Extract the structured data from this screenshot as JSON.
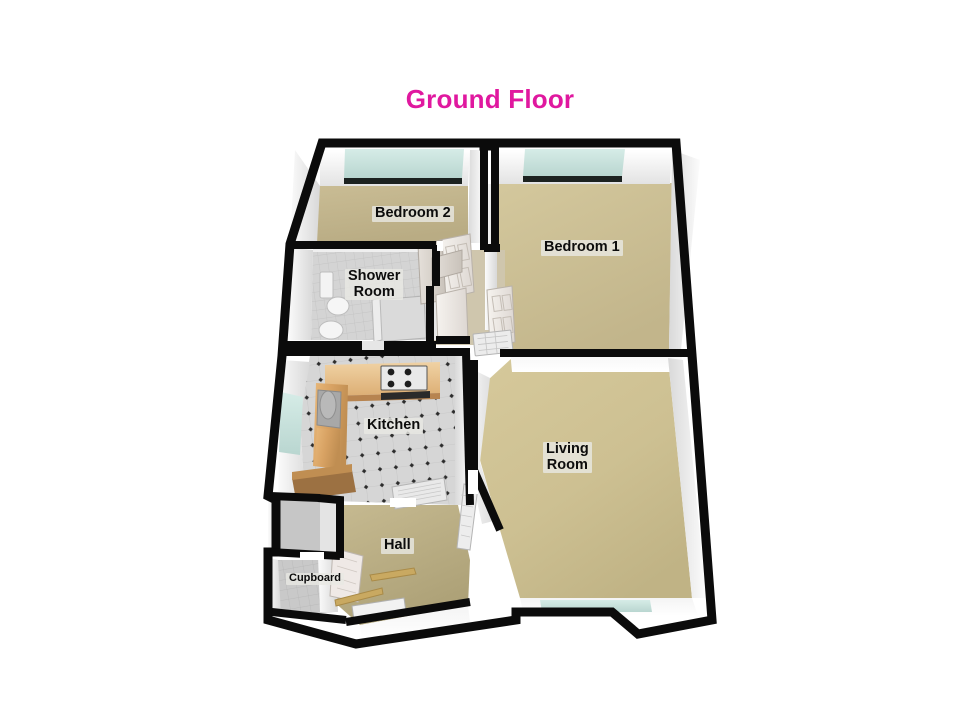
{
  "title": "Ground Floor",
  "title_color": "#e0189f",
  "background_color": "#ffffff",
  "plan": {
    "type": "3d-isometric-floorplan",
    "wall_outline_color": "#0b0b0b",
    "wall_face_color": "#ffffff",
    "window_color": "#cfe4e0",
    "rooms": [
      {
        "id": "bedroom2",
        "label": "Bedroom 2",
        "floor_color": "#c3b68f",
        "floor_type": "carpet",
        "has_window": true,
        "window_wall": "top"
      },
      {
        "id": "bedroom1",
        "label": "Bedroom 1",
        "floor_color": "#cbbe93",
        "floor_type": "carpet",
        "has_window": true,
        "window_wall": "top"
      },
      {
        "id": "shower_room",
        "label": "Shower\nRoom",
        "floor_color": "#cfcfcf",
        "floor_type": "tile",
        "has_window": false,
        "fixtures": [
          "toilet",
          "wash-basin",
          "shower-tray"
        ]
      },
      {
        "id": "kitchen",
        "label": "Kitchen",
        "floor_color": "#d2d2d2",
        "floor_type": "tile-dotted",
        "has_window": true,
        "window_wall": "left",
        "fixtures": [
          "worktop",
          "hob",
          "sink",
          "base-units"
        ]
      },
      {
        "id": "living_room",
        "label": "Living\nRoom",
        "floor_color": "#cfc192",
        "floor_type": "carpet",
        "has_window": true,
        "window_wall": "bottom"
      },
      {
        "id": "hall",
        "label": "Hall",
        "floor_color": "#bfb48c",
        "floor_type": "carpet",
        "has_window": false,
        "fixtures": [
          "front-door",
          "radiator"
        ]
      },
      {
        "id": "cupboard",
        "label": "Cupboard",
        "floor_color": "#c9c9c9",
        "floor_type": "tile",
        "has_window": false
      }
    ],
    "doors": [
      {
        "id": "door-bedroom2",
        "style": "six-panel",
        "state": "open"
      },
      {
        "id": "door-bedroom1",
        "style": "six-panel",
        "state": "open"
      },
      {
        "id": "door-shower-room",
        "style": "six-panel",
        "state": "open"
      },
      {
        "id": "door-living-room",
        "style": "six-panel",
        "state": "open"
      },
      {
        "id": "door-kitchen",
        "style": "six-panel",
        "state": "open"
      },
      {
        "id": "door-cupboard",
        "style": "six-panel",
        "state": "open"
      },
      {
        "id": "front-door",
        "style": "solid",
        "state": "closed"
      }
    ]
  }
}
